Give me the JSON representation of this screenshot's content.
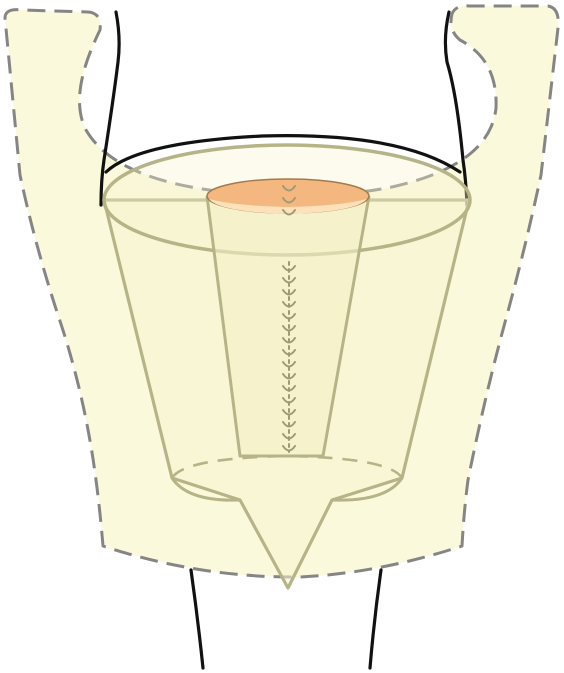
{
  "colors": {
    "background": "#ffffff",
    "body_outline": "#111111",
    "panel_fill": "#fbf9dc",
    "panel_dashed_outline": "#858585",
    "cone_fill": "#f7f4cf",
    "cone_outline": "#b6b487",
    "tube_fill": "#f3f0c7",
    "stitch_marks": "#9c9b75",
    "top_opening_fill": "#f4b77f",
    "top_opening_highlight": "#fde1bb",
    "top_opening_outline": "#a27b4d"
  },
  "elements": {
    "body_silhouette": "black-outline",
    "outer_panel": "dashed-outline",
    "cone": "solid-outline",
    "inner_tube": "solid-outline",
    "stitch_line": "chevron-marks",
    "top_opening": "orange-ellipse"
  }
}
